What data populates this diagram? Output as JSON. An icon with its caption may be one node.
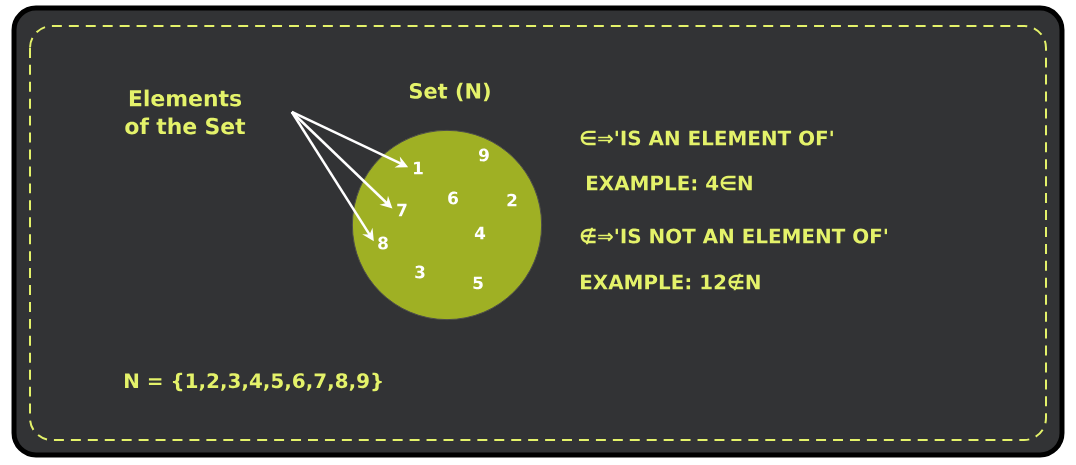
{
  "diagram": {
    "nodes": [
      {
        "text": [
          "Elements of the Set"
        ]
      },
      {
        "text": [
          "Set (N)"
        ]
      },
      {
        "text": [
          "1"
        ],
        "in": 1
      },
      {
        "text": [
          "9"
        ],
        "in": 1
      },
      {
        "text": [
          "7"
        ],
        "in": 1
      },
      {
        "text": [
          "6"
        ],
        "in": 1
      },
      {
        "text": [
          "2"
        ],
        "in": 1
      },
      {
        "text": [
          "8"
        ],
        "in": 1
      },
      {
        "text": [
          "4"
        ],
        "in": 1
      },
      {
        "text": [
          "3"
        ],
        "in": 1
      },
      {
        "text": [
          "5"
        ],
        "in": 1
      }
    ],
    "edges": [
      {
        "from": 0,
        "to": 2,
        "arrow": "to"
      },
      {
        "from": 0,
        "to": 4,
        "arrow": "to"
      },
      {
        "from": 0,
        "to": 7,
        "arrow": "to"
      }
    ],
    "labels": [
      "∈⇒'IS AN ELEMENT OF'",
      "EXAMPLE: 4∈N",
      "∉⇒'IS NOT AN ELEMENT OF'",
      "EXAMPLE: 12∉N",
      "N = {1,2,3,4,5,6,7,8,9}"
    ]
  }
}
